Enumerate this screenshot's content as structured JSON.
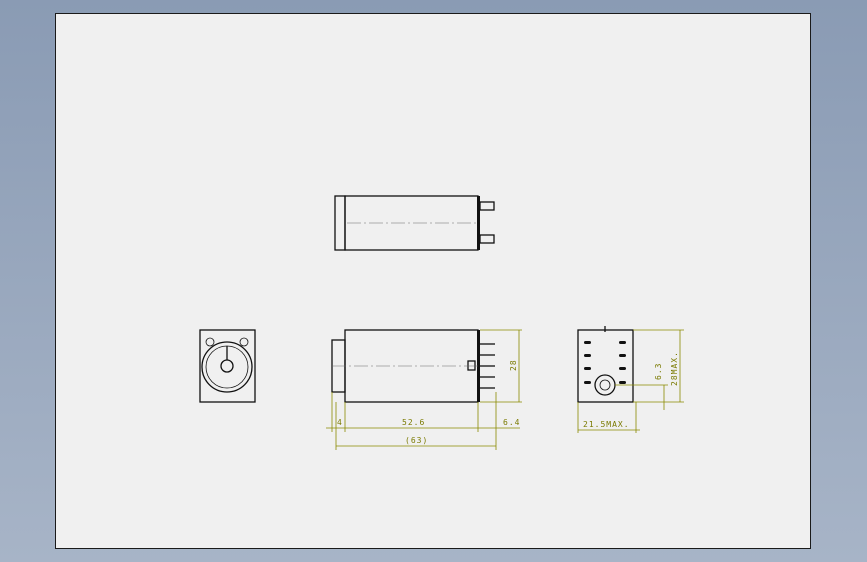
{
  "drawing": {
    "dimensions": {
      "d_4": "4",
      "d_52_6": "52.6",
      "d_6_4": "6.4",
      "d_63": "(63)",
      "d_28": "28",
      "d_21_5max": "21.5MAX.",
      "d_28max": "28MAX.",
      "d_6_3": "6.3"
    }
  }
}
